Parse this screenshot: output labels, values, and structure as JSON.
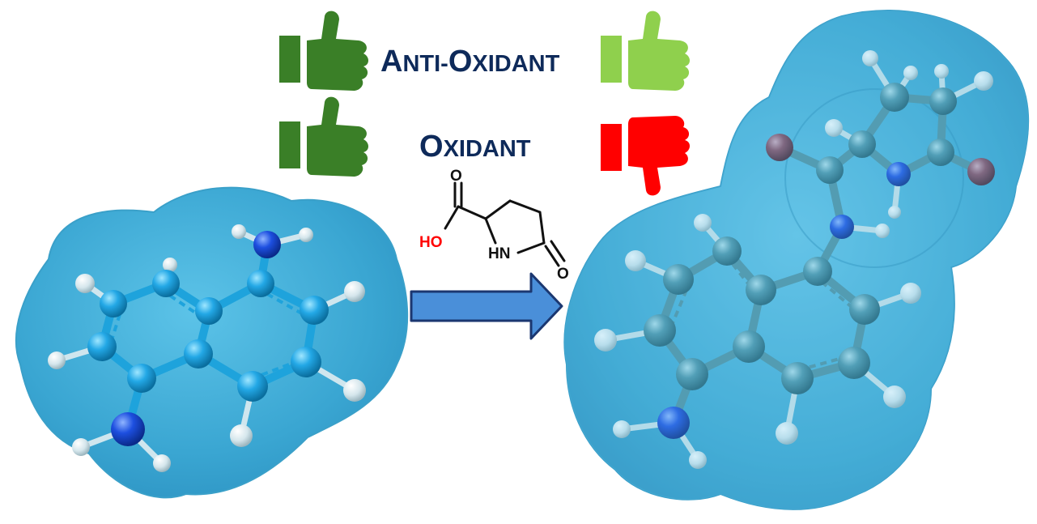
{
  "labels": {
    "antioxidant_first": "A",
    "antioxidant_rest": "NTI-",
    "antioxidant_second": "O",
    "antioxidant_tail": "XIDANT",
    "oxidant_first": "O",
    "oxidant_rest": "XIDANT"
  },
  "reagent": {
    "carbonyl_o_top": "O",
    "hydroxyl": "HO",
    "amine": "HN",
    "ketone_o": "O"
  },
  "colors": {
    "label_navy": "#0e2a5a",
    "thumb_dark_green": "#3a7f27",
    "thumb_light_green": "#8fd04d",
    "thumb_red": "#ff0000",
    "surface_blue": "#3da9d4",
    "arrow_fill": "#4a8fd9",
    "arrow_stroke": "#1b3770"
  },
  "icons": [
    "thumbs-up-icon",
    "thumbs-down-icon",
    "reaction-arrow-icon"
  ]
}
